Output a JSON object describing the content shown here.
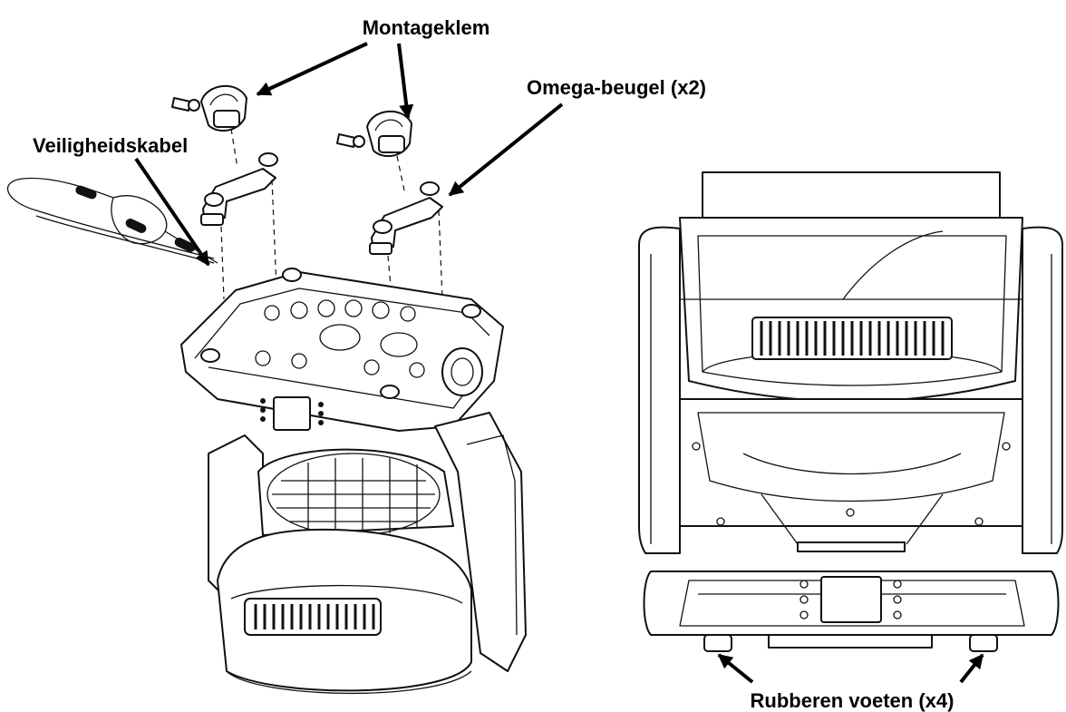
{
  "labels": {
    "clamp": "Montageklem",
    "omega": "Omega-beugel (x2)",
    "safety": "Veiligheidskabel",
    "feet": "Rubberen voeten (x4)"
  },
  "colors": {
    "ink": "#111111",
    "background": "#ffffff"
  }
}
